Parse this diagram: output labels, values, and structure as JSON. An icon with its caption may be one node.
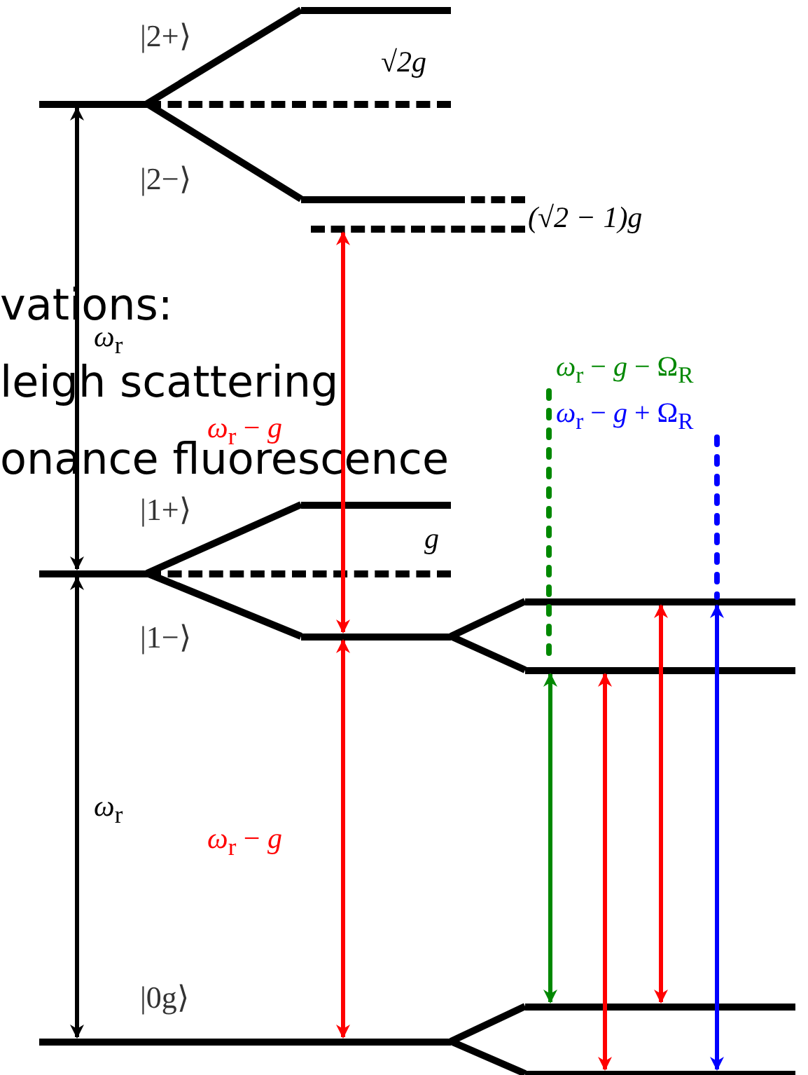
{
  "diagram": {
    "nodes": [
      {
        "text": [
          "|2+⟩"
        ]
      },
      {
        "text": [],
        "shape": "bar"
      },
      {
        "text": [
          "|2−⟩"
        ]
      },
      {
        "text": [],
        "shape": "bar"
      },
      {
        "text": [
          "|1+⟩"
        ]
      },
      {
        "text": [],
        "shape": "bar"
      },
      {
        "text": [
          "|1−⟩"
        ]
      },
      {
        "text": [],
        "shape": "bar"
      },
      {
        "text": [],
        "shape": "bar"
      },
      {
        "text": [
          "|0g⟩"
        ]
      },
      {
        "text": [],
        "shape": "bar"
      },
      {
        "text": [],
        "shape": "bar"
      },
      {
        "text": [
          "*ω*$_{r}$ − *g* − Ω$_{R}$"
        ]
      },
      {
        "text": [
          "*ω*$_{r}$ − *g* + Ω$_{R}$"
        ]
      }
    ],
    "edges": [
      {
        "from": 1,
        "to": 5,
        "arrow": "both",
        "label": "*ω*$_{r}$"
      },
      {
        "from": 5,
        "to": 9,
        "arrow": "both",
        "label": "*ω*$_{r}$"
      },
      {
        "from": 3,
        "to": 6,
        "arrow": "both",
        "label": "*ω*$_{r}$ − *g*",
        "color": "#ff0000"
      },
      {
        "from": 6,
        "to": 9,
        "arrow": "both",
        "label": "*ω*$_{r}$ − *g*",
        "color": "#ff0000"
      },
      {
        "from": 8,
        "to": 10,
        "arrow": "both",
        "color": "#008800"
      },
      {
        "from": 8,
        "to": 11,
        "arrow": "both",
        "color": "#ff0000"
      },
      {
        "from": 7,
        "to": 10,
        "arrow": "both",
        "color": "#ff0000"
      },
      {
        "from": 7,
        "to": 11,
        "arrow": "both",
        "color": "#0000ff"
      },
      {
        "from": 12,
        "to": 8,
        "arrow": "none",
        "style": "dashed",
        "color": "#008800"
      },
      {
        "from": 13,
        "to": 7,
        "arrow": "none",
        "style": "dashed",
        "color": "#0000ff"
      },
      {
        "from": 1,
        "to": 0,
        "arrow": "none"
      },
      {
        "from": 1,
        "to": 2,
        "arrow": "none"
      },
      {
        "from": 5,
        "to": 4,
        "arrow": "none"
      },
      {
        "from": 5,
        "to": 6,
        "arrow": "none"
      },
      {
        "from": 6,
        "to": 7,
        "arrow": "none"
      },
      {
        "from": 6,
        "to": 8,
        "arrow": "none"
      },
      {
        "from": 9,
        "to": 10,
        "arrow": "none"
      },
      {
        "from": 9,
        "to": 11,
        "arrow": "none"
      }
    ],
    "labels": [
      "√2g",
      "(√2 − 1)g",
      "g",
      "vations:",
      "leigh scattering",
      "onance fluorescence"
    ]
  }
}
